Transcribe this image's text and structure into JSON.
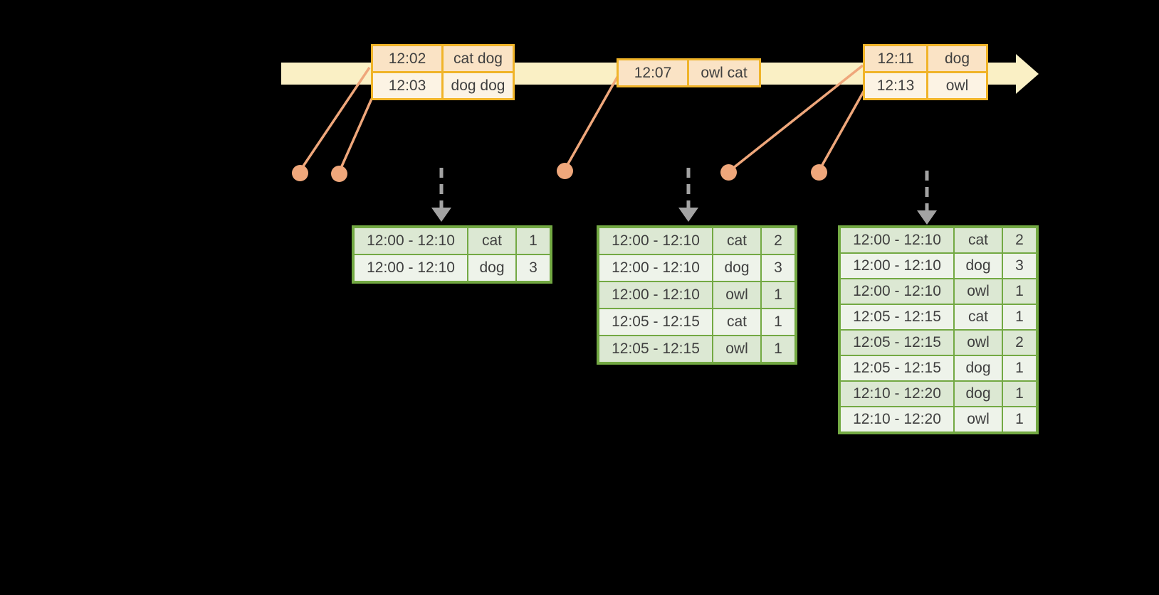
{
  "colors": {
    "background": "#000000",
    "timeline_fill": "#FAF0C5",
    "event_table_border": "#F0B429",
    "event_row_dark": "#FAE3C5",
    "event_row_light": "#FCF3E4",
    "dot_and_line_orange": "#EFA77B",
    "result_table_border": "#73A943",
    "result_row_dark": "#DCE8D3",
    "result_row_light": "#EEF3EA",
    "dashed_arrow_gray": "#A3A3A3",
    "text": "#3F3F3F"
  },
  "event_tables": [
    {
      "rows": [
        {
          "time": "12:02",
          "words": "cat dog"
        },
        {
          "time": "12:03",
          "words": "dog dog"
        }
      ]
    },
    {
      "rows": [
        {
          "time": "12:07",
          "words": "owl cat"
        }
      ]
    },
    {
      "rows": [
        {
          "time": "12:11",
          "words": "dog"
        },
        {
          "time": "12:13",
          "words": "owl"
        }
      ]
    }
  ],
  "result_tables": [
    {
      "rows": [
        {
          "window": "12:00 - 12:10",
          "word": "cat",
          "count": "1"
        },
        {
          "window": "12:00 - 12:10",
          "word": "dog",
          "count": "3"
        }
      ]
    },
    {
      "rows": [
        {
          "window": "12:00 - 12:10",
          "word": "cat",
          "count": "2"
        },
        {
          "window": "12:00 - 12:10",
          "word": "dog",
          "count": "3"
        },
        {
          "window": "12:00 - 12:10",
          "word": "owl",
          "count": "1"
        },
        {
          "window": "12:05 - 12:15",
          "word": "cat",
          "count": "1"
        },
        {
          "window": "12:05 - 12:15",
          "word": "owl",
          "count": "1"
        }
      ]
    },
    {
      "rows": [
        {
          "window": "12:00 - 12:10",
          "word": "cat",
          "count": "2"
        },
        {
          "window": "12:00 - 12:10",
          "word": "dog",
          "count": "3"
        },
        {
          "window": "12:00 - 12:10",
          "word": "owl",
          "count": "1"
        },
        {
          "window": "12:05 - 12:15",
          "word": "cat",
          "count": "1"
        },
        {
          "window": "12:05 - 12:15",
          "word": "owl",
          "count": "2"
        },
        {
          "window": "12:05 - 12:15",
          "word": "dog",
          "count": "1"
        },
        {
          "window": "12:10 - 12:20",
          "word": "dog",
          "count": "1"
        },
        {
          "window": "12:10 - 12:20",
          "word": "owl",
          "count": "1"
        }
      ]
    }
  ]
}
